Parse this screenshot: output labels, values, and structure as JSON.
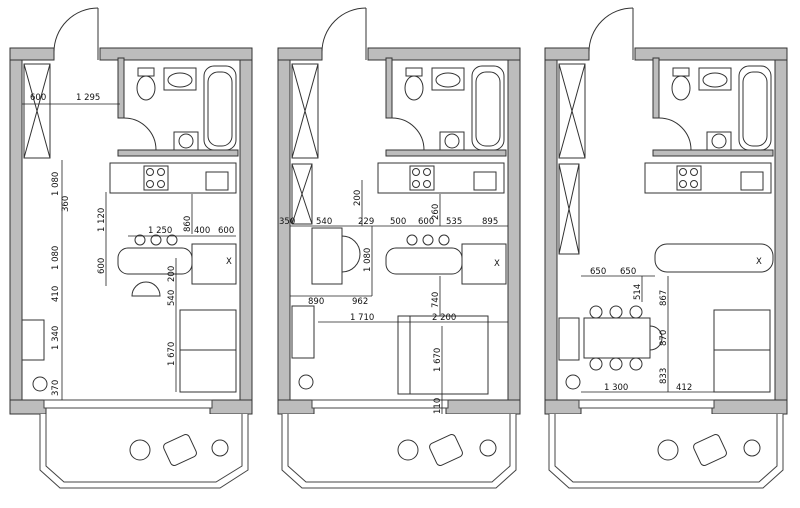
{
  "plans": [
    {
      "id": "plan-1",
      "labels": {
        "d600_top": "600",
        "d1295": "1 295",
        "d1080a": "1 080",
        "d360": "360",
        "d1120": "1 120",
        "d860": "860",
        "d1250": "1 250",
        "d400": "400",
        "d600b": "600",
        "d600v": "600",
        "d1080b": "1 080",
        "d200": "200",
        "d410": "410",
        "d540": "540",
        "d1340": "1 340",
        "d1670": "1 670",
        "d370": "370",
        "fridge_mark": "X"
      }
    },
    {
      "id": "plan-2",
      "labels": {
        "d350": "350",
        "d540": "540",
        "d200": "200",
        "d229": "229",
        "d500": "500",
        "d600": "600",
        "d535": "535",
        "d895": "895",
        "d260": "260",
        "d1080": "1 080",
        "d890": "890",
        "d962": "962",
        "d740": "740",
        "d1710": "1 710",
        "d2200": "2 200",
        "d1670": "1 670",
        "d110": "110",
        "fridge_mark": "X"
      }
    },
    {
      "id": "plan-3",
      "labels": {
        "d650a": "650",
        "d650b": "650",
        "d514": "514",
        "d867": "867",
        "d870": "870",
        "d833": "833",
        "d1300": "1 300",
        "d412": "412",
        "fridge_mark": "X"
      }
    }
  ]
}
